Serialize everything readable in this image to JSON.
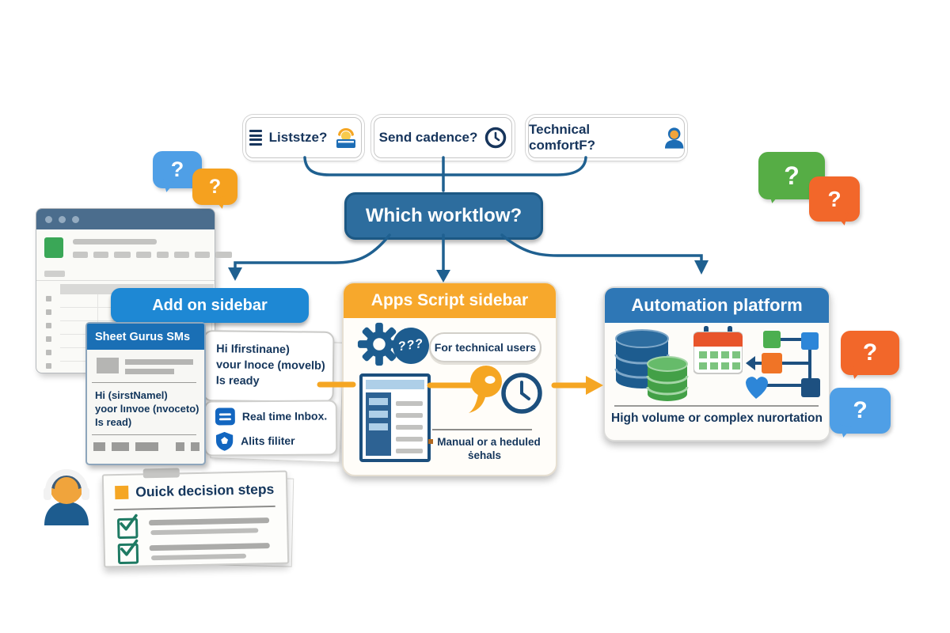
{
  "top_questions": [
    {
      "label": "Liststze?"
    },
    {
      "label": "Send cadence?"
    },
    {
      "label": "Technical comfortF?"
    }
  ],
  "decision_label": "Which worktlow?",
  "addon": {
    "header": "Add on sidebar",
    "panel_title": "Sheet Gurus SMs",
    "panel_lines": [
      "Hi (sirstNamel)",
      "yoor lınvoe (nvoceto)",
      "Is read)"
    ],
    "card_lines": [
      "Hi Ifirstinane)",
      "vour Inoce (movelb)",
      "Is ready"
    ],
    "features": [
      {
        "label": "Real time Inbox."
      },
      {
        "label": "Alits filiter"
      }
    ]
  },
  "apps_script": {
    "header": "Apps Script sidebar",
    "qmarks": "???",
    "badge": "For technical users",
    "caption_lines": [
      "Manual or a heduled",
      "ṡehals"
    ]
  },
  "automation": {
    "header": "Automation platform",
    "caption": "High volume or complex nurortation"
  },
  "decision_card": {
    "title": "Ouick decision steps"
  },
  "bubbles": {
    "qmark": "?"
  },
  "icons": [
    "list-icon",
    "person-laptop-icon",
    "clock-icon",
    "person-icon",
    "question-bubble-icon",
    "sheets-icon",
    "gear-icon",
    "question-circle-icon",
    "chat-blob-icon",
    "inbox-icon",
    "shield-icon",
    "checkbox-icon",
    "database-icon",
    "calendar-icon",
    "flowchart-icon",
    "headset-avatar-icon"
  ],
  "palette": {
    "navy_text": "#17355c",
    "connector_blue": "#1f6090",
    "decision_fill": "#2d6d9e",
    "addon_blue": "#1e88d4",
    "apps_orange": "#f7a82c",
    "automation_blue": "#2e77b6",
    "arrow_orange": "#f5a623",
    "bubble_green": "#56ad45",
    "bubble_orange": "#f2672a",
    "bubble_blue": "#4f9fe6",
    "check_green": "#1e7a63"
  }
}
